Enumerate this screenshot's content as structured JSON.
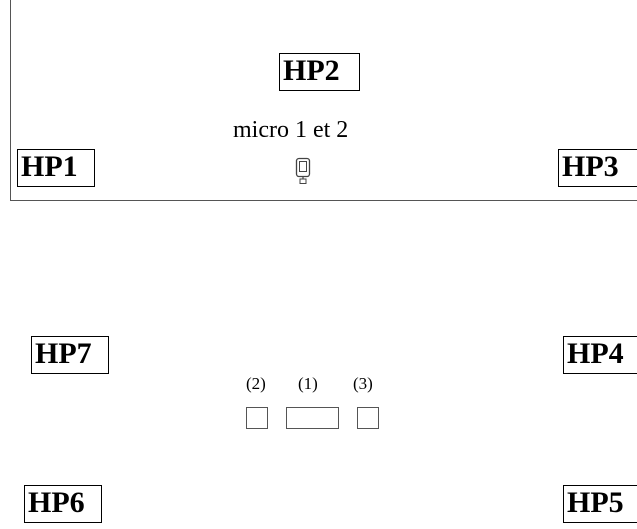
{
  "speakers": {
    "hp1": "HP1",
    "hp2": "HP2",
    "hp3": "HP3",
    "hp4": "HP4",
    "hp5": "HP5",
    "hp6": "HP6",
    "hp7": "HP7"
  },
  "microphone": {
    "label": "micro 1 et 2",
    "icon": "microphone-icon"
  },
  "positions": {
    "left": "(2)",
    "center": "(1)",
    "right": "(3)"
  }
}
